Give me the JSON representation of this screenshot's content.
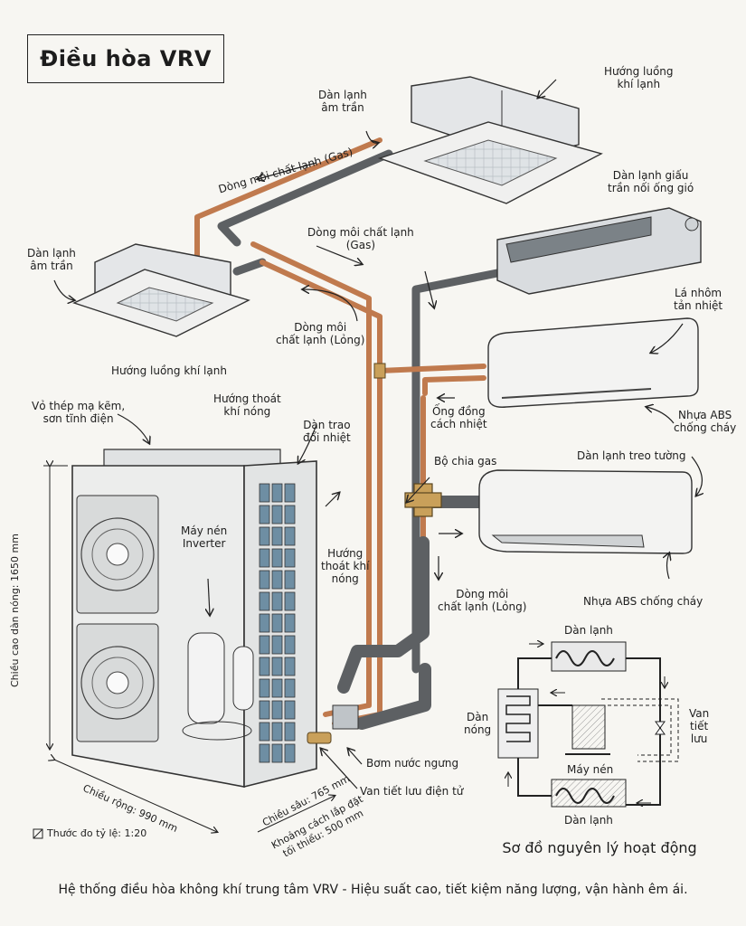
{
  "title": "Điều hòa VRV",
  "labels": {
    "cassette_top": "Dàn lạnh\nâm trần",
    "airflow_top_right": "Hướng luồng\nkhí lạnh",
    "gas_flow_top": "Dòng môi chất lạnh (Gas)",
    "ducted_unit": "Dàn lạnh giấu\ntrần nối ống gió",
    "cassette_left": "Dàn lạnh\nâm trần",
    "gas_flow_mid": "Dòng môi chất lạnh\n(Gas)",
    "liquid_flow_mid": "Dòng môi\nchất lạnh (Lỏng)",
    "airflow_left": "Hướng luồng khí lạnh",
    "aluminum_fins": "Lá nhôm\ntản nhiệt",
    "steel_shell": "Vỏ thép mạ kẽm,\nsơn tĩnh điện",
    "hot_air_top": "Hướng thoát\nkhí nóng",
    "heat_exchanger": "Dàn trao\nđổi nhiệt",
    "insulated_copper": "Ống đồng\ncách nhiệt",
    "abs_top": "Nhựa ABS\nchống cháy",
    "gas_splitter": "Bộ chia gas",
    "wall_unit": "Dàn lạnh treo tường",
    "compressor": "Máy nén\nInverter",
    "hot_air_side": "Hướng\nthoát khí\nnóng",
    "liquid_flow_bottom": "Dòng môi\nchất lạnh (Lỏng)",
    "abs_bottom": "Nhựa ABS chống cháy",
    "height_dim": "Chiều cao dàn nóng: 1650 mm",
    "condensate_pump": "Bơm nước ngưng",
    "expansion_valve": "Van tiết lưu điện tử",
    "width_dim": "Chiều rộng: 990 mm",
    "depth_dim": "Chiều sâu: 765 mm",
    "clearance_dim": "Khoảng cách lắp đặt\ntối thiểu: 500 mm",
    "scale": "Thước đo tỷ lệ: 1:20"
  },
  "cycle": {
    "evaporator_top": "Dàn lạnh",
    "condenser": "Dàn\nnóng",
    "compressor": "Máy nén",
    "valve": "Van\ntiết\nlưu",
    "evaporator_bottom": "Dàn lạnh",
    "title": "Sơ đồ nguyên lý hoạt động"
  },
  "caption": "Hệ thống điều hòa không khí trung tâm VRV - Hiệu suất cao, tiết kiệm năng lượng, vận hành êm ái.",
  "colors": {
    "copper": "#c07a4e",
    "insulation": "#5d6063",
    "coil": "#6e8ea3",
    "brass": "#c9a05a"
  }
}
